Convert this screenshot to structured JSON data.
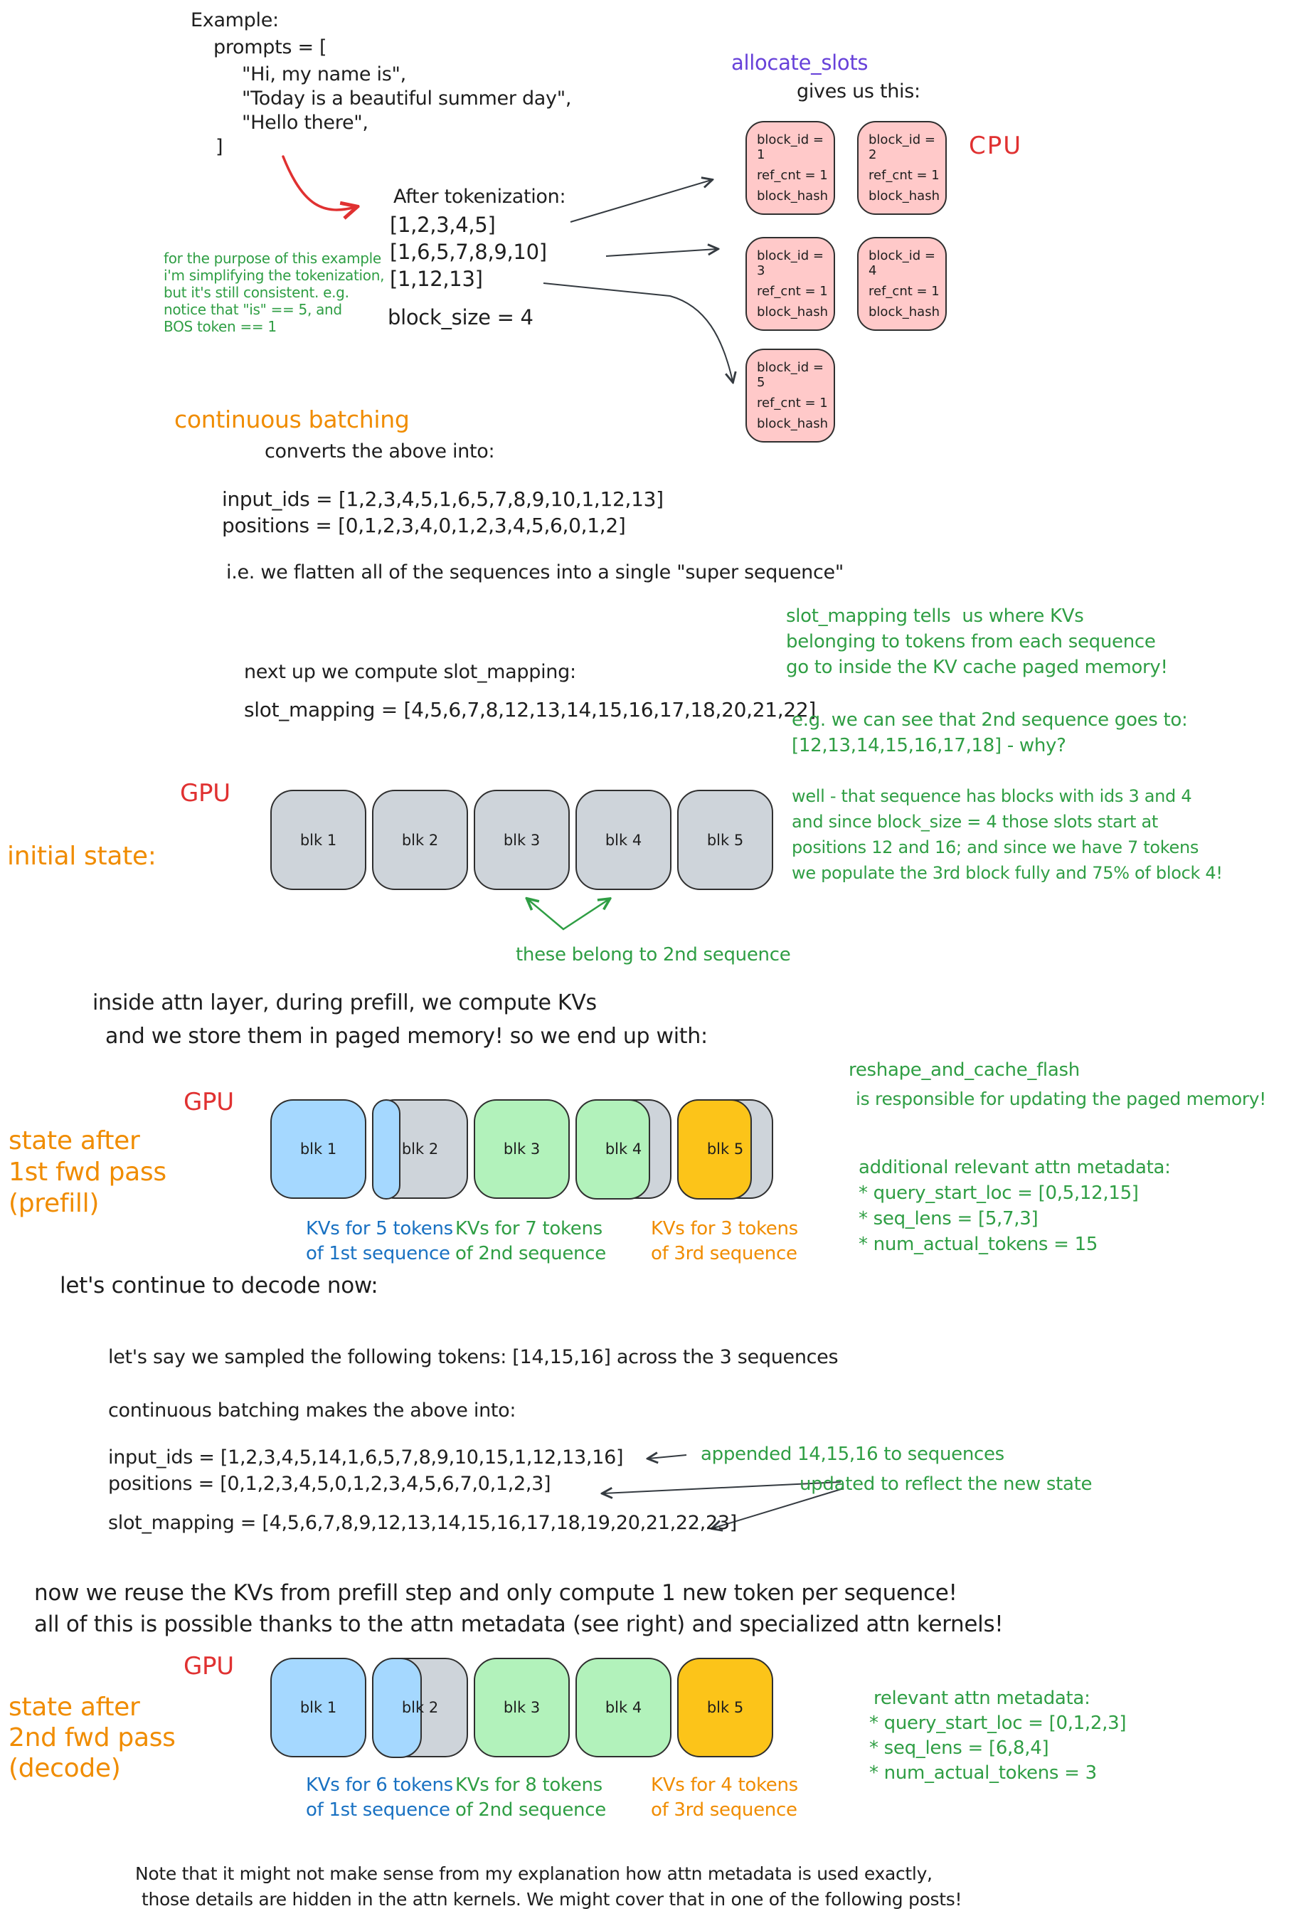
{
  "colors": {
    "accent_orange": "#f08c00",
    "accent_red": "#e03131",
    "accent_green": "#2f9e44",
    "accent_purple": "#6741d9",
    "accent_blue": "#1971c2",
    "block_gray": "#ced4da",
    "block_blue": "#a5d8ff",
    "block_green": "#b2f2bb",
    "block_yellow": "#fcc419",
    "block_pink": "#ffc9c9"
  },
  "example": {
    "title": "Example:",
    "lines": [
      "prompts = [",
      "\"Hi, my name is\",",
      "\"Today is a beautiful summer day\",",
      "\"Hello there\",",
      "]"
    ]
  },
  "allocate": {
    "fn": "allocate_slots",
    "gives": "gives us this:"
  },
  "cpu_label": "CPU",
  "tokenization": {
    "title": "After tokenization:",
    "seqs": [
      "[1,2,3,4,5]",
      "[1,6,5,7,8,9,10]",
      "[1,12,13]"
    ],
    "block_size": "block_size = 4"
  },
  "side_note": {
    "lines": [
      "for the purpose of this example",
      "i'm simplifying the tokenization,",
      "but it's still consistent. e.g.",
      "notice that \"is\" == 5, and",
      "BOS token == 1"
    ]
  },
  "cpu_blocks": [
    {
      "lines": [
        "block_id = 1",
        "ref_cnt = 1",
        "block_hash"
      ]
    },
    {
      "lines": [
        "block_id = 2",
        "ref_cnt = 1",
        "block_hash"
      ]
    },
    {
      "lines": [
        "block_id = 3",
        "ref_cnt = 1",
        "block_hash"
      ]
    },
    {
      "lines": [
        "block_id = 4",
        "ref_cnt = 1",
        "block_hash"
      ]
    },
    {
      "lines": [
        "block_id = 5",
        "ref_cnt = 1",
        "block_hash"
      ]
    }
  ],
  "batching": {
    "heading": "continuous batching",
    "sub": "converts the above into:",
    "input_ids": "input_ids = [1,2,3,4,5,1,6,5,7,8,9,10,1,12,13]",
    "positions": "positions = [0,1,2,3,4,0,1,2,3,4,5,6,0,1,2]",
    "flatten": "i.e. we flatten all of the sequences into a single \"super sequence\""
  },
  "slot_section": {
    "intro": "next up we compute slot_mapping:",
    "mapping": "slot_mapping = [4,5,6,7,8,12,13,14,15,16,17,18,20,21,22]",
    "tells_lines": [
      "slot_mapping tells  us where KVs",
      "belonging to tokens from each sequence",
      "go to inside the KV cache paged memory!"
    ],
    "example_lines": [
      "e.g. we can see that 2nd sequence goes to:",
      "[12,13,14,15,16,17,18] - why?"
    ],
    "why_lines": [
      "well - that sequence has blocks with ids 3 and 4",
      "and since block_size = 4 those slots start at",
      "positions 12 and 16; and since we have 7 tokens",
      "we populate the 3rd block fully and 75% of block 4!"
    ]
  },
  "initial_state": {
    "gpu": "GPU",
    "label": "initial state:",
    "blocks": [
      "blk 1",
      "blk 2",
      "blk 3",
      "blk 4",
      "blk 5"
    ],
    "belong": "these belong to 2nd sequence"
  },
  "prefill": {
    "intro_lines": [
      "inside attn layer, during prefill, we compute KVs",
      "and we store them in paged memory! so we end up with:"
    ],
    "gpu": "GPU",
    "label_lines": [
      "state after",
      "1st fwd pass",
      "(prefill)"
    ],
    "blocks": [
      "blk 1",
      "blk 2",
      "blk 3",
      "blk 4",
      "blk 5"
    ],
    "captions": [
      [
        "KVs for 5 tokens",
        "of 1st sequence"
      ],
      [
        "KVs for 7 tokens",
        "of 2nd sequence"
      ],
      [
        "KVs for 3 tokens",
        "of 3rd sequence"
      ]
    ],
    "reshape_lines": [
      "reshape_and_cache_flash",
      "is responsible for updating the paged memory!"
    ],
    "metadata_lines": [
      "additional relevant attn metadata:",
      "* query_start_loc = [0,5,12,15]",
      "* seq_lens = [5,7,3]",
      "* num_actual_tokens = 15"
    ]
  },
  "decode_intro": "let's continue to decode now:",
  "decode": {
    "sampled": "let's say we sampled the following tokens: [14,15,16] across the 3 sequences",
    "makes": "continuous batching makes the above into:",
    "input_ids": "input_ids = [1,2,3,4,5,14,1,6,5,7,8,9,10,15,1,12,13,16]",
    "positions": "positions = [0,1,2,3,4,5,0,1,2,3,4,5,6,7,0,1,2,3]",
    "slot_mapping": "slot_mapping = [4,5,6,7,8,9,12,13,14,15,16,17,18,19,20,21,22,23]",
    "appended": "appended 14,15,16 to sequences",
    "updated": "updated to reflect the new state",
    "reuse_lines": [
      "now we reuse the KVs from prefill step and only compute 1 new token per sequence!",
      "all of this is possible thanks to the attn metadata (see right) and specialized attn kernels!"
    ]
  },
  "decode_state": {
    "gpu": "GPU",
    "label_lines": [
      "state after",
      "2nd fwd pass",
      "(decode)"
    ],
    "blocks": [
      "blk 1",
      "blk 2",
      "blk 3",
      "blk 4",
      "blk 5"
    ],
    "captions": [
      [
        "KVs for 6 tokens",
        "of 1st sequence"
      ],
      [
        "KVs for 8 tokens",
        "of 2nd sequence"
      ],
      [
        "KVs for 4 tokens",
        "of 3rd sequence"
      ]
    ],
    "metadata_lines": [
      "relevant attn metadata:",
      "* query_start_loc = [0,1,2,3]",
      "* seq_lens = [6,8,4]",
      "* num_actual_tokens = 3"
    ]
  },
  "footer_lines": [
    "Note that it might not make sense from my explanation how attn metadata is used exactly,",
    "those details are hidden in the attn kernels. We might cover that in one of the following posts!"
  ]
}
